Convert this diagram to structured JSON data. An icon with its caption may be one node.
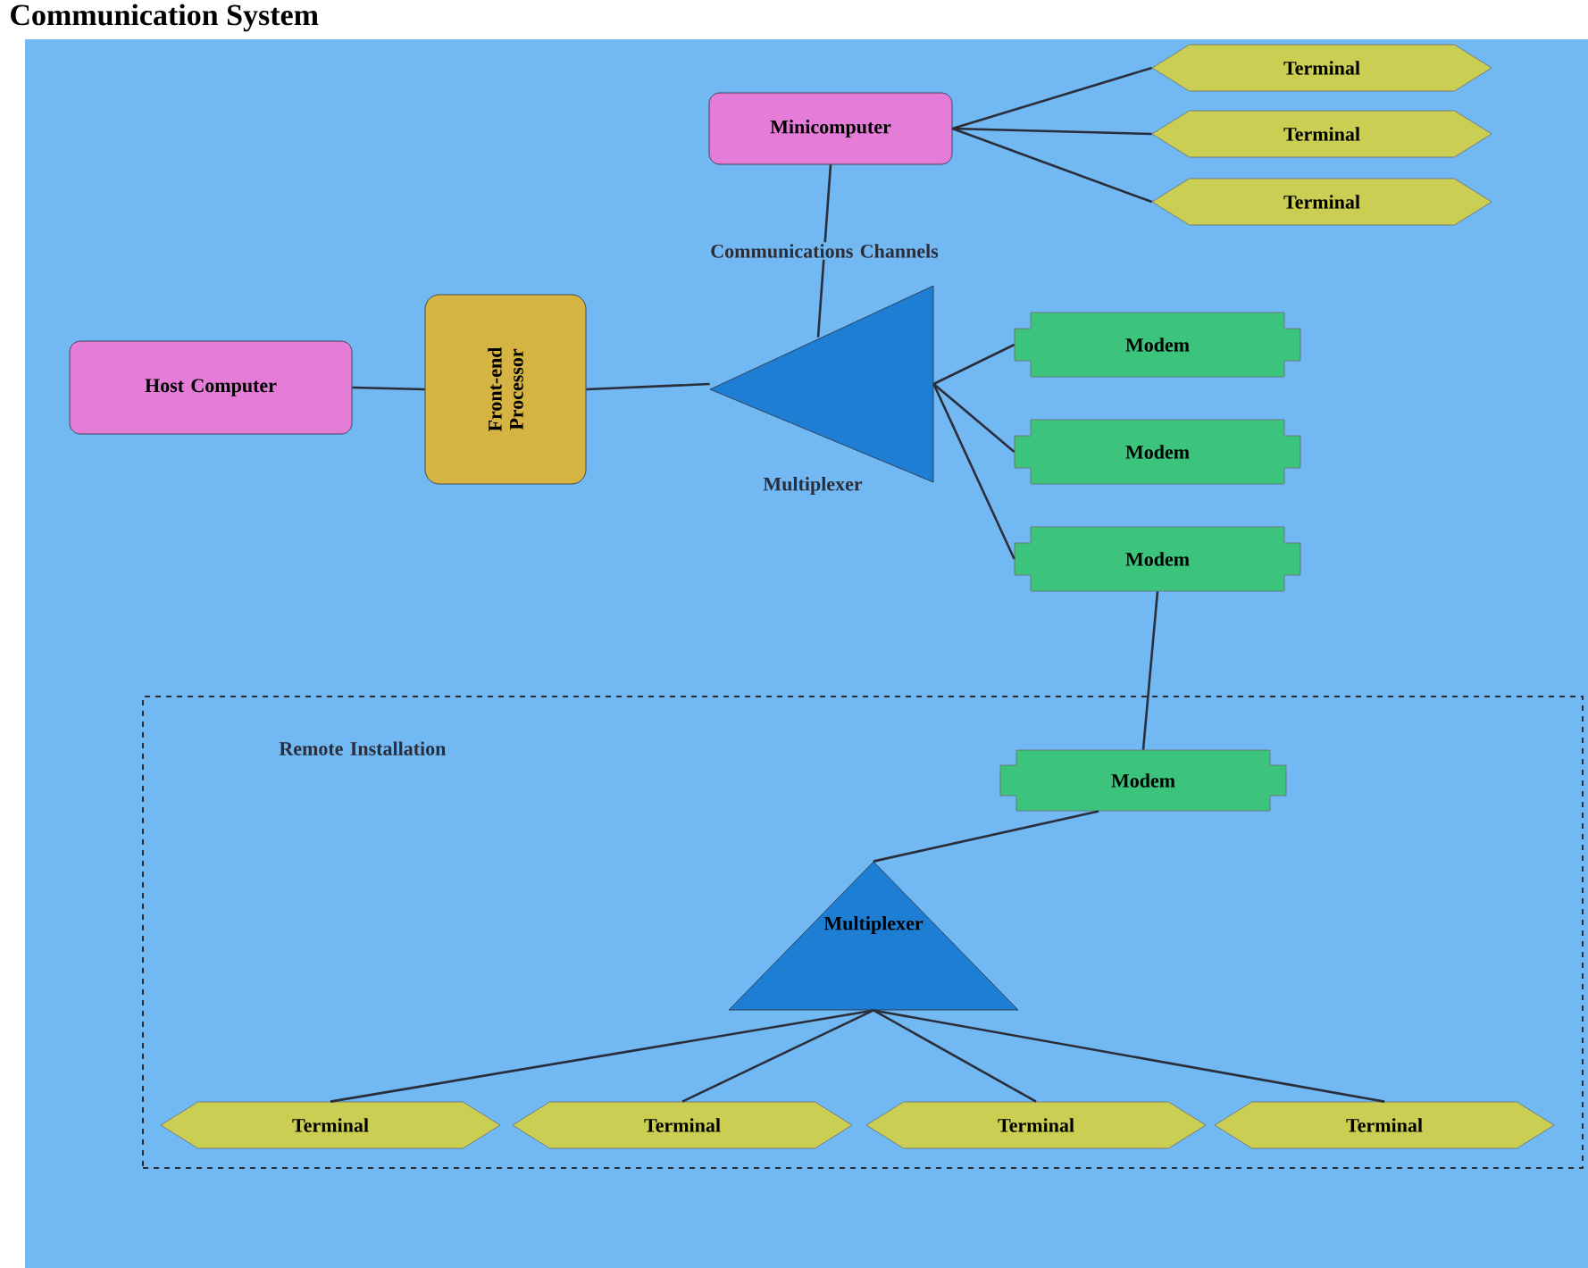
{
  "diagram": {
    "title": "Communication System",
    "nodes": [
      {
        "text": [
          "Host Computer"
        ]
      },
      {
        "text": [
          "Front-end Processor"
        ]
      },
      {
        "text": [],
        "shape": "triangle",
        "beside": [
          "Multiplexer"
        ]
      },
      {
        "text": [
          "Minicomputer"
        ]
      },
      {
        "text": [
          "Terminal"
        ]
      },
      {
        "text": [
          "Terminal"
        ]
      },
      {
        "text": [
          "Terminal"
        ]
      },
      {
        "text": [
          "Modem"
        ]
      },
      {
        "text": [
          "Modem"
        ]
      },
      {
        "text": [
          "Modem"
        ]
      },
      {
        "text": [
          "Remote Installation"
        ]
      },
      {
        "text": [
          "Modem"
        ],
        "in": 10
      },
      {
        "text": [
          "Multiplexer"
        ],
        "in": 10
      },
      {
        "text": [
          "Terminal"
        ],
        "in": 10
      },
      {
        "text": [
          "Terminal"
        ],
        "in": 10
      },
      {
        "text": [
          "Terminal"
        ],
        "in": 10
      },
      {
        "text": [
          "Terminal"
        ],
        "in": 10
      }
    ],
    "edges": [
      {
        "from": 0,
        "to": 1,
        "arrow": "none"
      },
      {
        "from": 1,
        "to": 2,
        "arrow": "none"
      },
      {
        "from": 2,
        "to": 3,
        "arrow": "none",
        "label": "Communications Channels"
      },
      {
        "from": 3,
        "to": 4,
        "arrow": "none"
      },
      {
        "from": 3,
        "to": 5,
        "arrow": "none"
      },
      {
        "from": 3,
        "to": 6,
        "arrow": "none"
      },
      {
        "from": 2,
        "to": 7,
        "arrow": "none"
      },
      {
        "from": 2,
        "to": 8,
        "arrow": "none"
      },
      {
        "from": 2,
        "to": 9,
        "arrow": "none"
      },
      {
        "from": 9,
        "to": 11,
        "arrow": "none"
      },
      {
        "from": 11,
        "to": 12,
        "arrow": "none"
      },
      {
        "from": 12,
        "to": 13,
        "arrow": "none"
      },
      {
        "from": 12,
        "to": 14,
        "arrow": "none"
      },
      {
        "from": 12,
        "to": 15,
        "arrow": "none"
      },
      {
        "from": 12,
        "to": 16,
        "arrow": "none"
      }
    ]
  }
}
